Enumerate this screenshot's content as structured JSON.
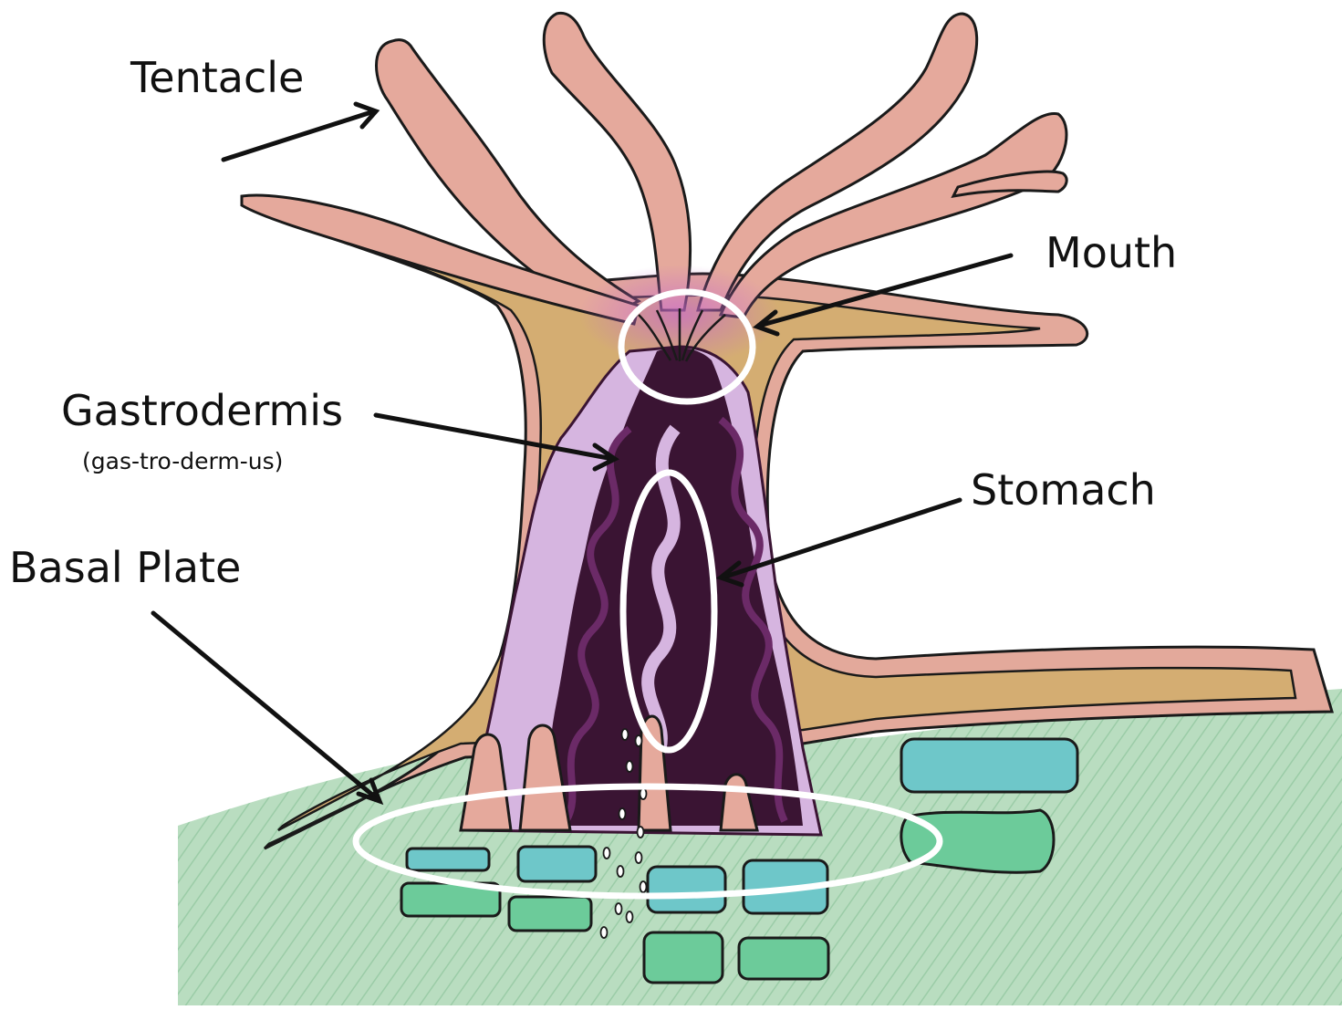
{
  "labels": {
    "tentacle": "Tentacle",
    "mouth": "Mouth",
    "gastrodermis": "Gastrodermis",
    "gastrodermis_pronunciation": "(gas-tro-derm-us)",
    "stomach": "Stomach",
    "basal_plate": "Basal Plate"
  },
  "colors": {
    "tentacle_pink": "#e5a99c",
    "tissue_tan": "#d4ad72",
    "gastrodermis_lavender": "#d6b5e0",
    "stomach_dark": "#3a1433",
    "substrate_green": "#a9d3b0",
    "teal_block": "#6ec7c9",
    "green_block": "#6ccb9a",
    "outline": "#1a1a1a",
    "highlight_ring": "#ffffff"
  }
}
